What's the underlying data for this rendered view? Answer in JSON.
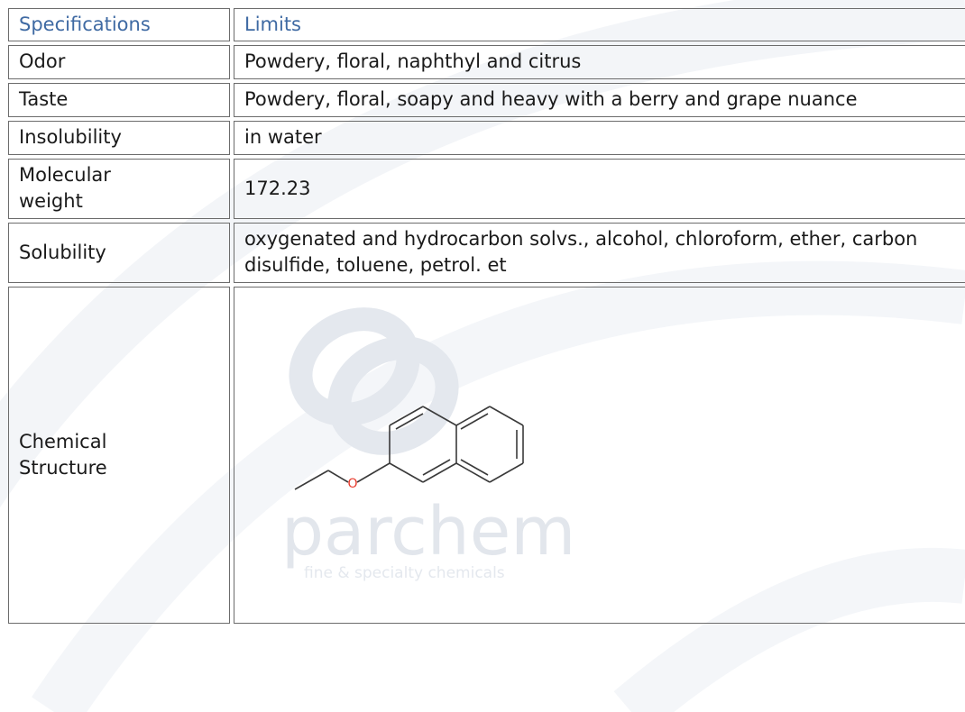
{
  "header": {
    "col1": "Specifications",
    "col2": "Limits"
  },
  "rows": [
    {
      "spec": "Odor",
      "limit": "Powdery, floral, naphthyl and citrus"
    },
    {
      "spec": "Taste",
      "limit": "Powdery, floral, soapy and heavy with a berry and grape nuance"
    },
    {
      "spec": "Insolubility",
      "limit": "in water"
    },
    {
      "spec": "Molecular weight",
      "limit": "172.23"
    },
    {
      "spec": "Solubility",
      "limit": "oxygenated and hydrocarbon solvs., alcohol, chloroform, ether, carbon disulfide, toluene, petrol. et"
    },
    {
      "spec": "Chemical Structure",
      "limit": ""
    }
  ],
  "structure": {
    "atom_label": "O",
    "atom_color": "#e8392b",
    "bond_color": "#3a3a3a"
  },
  "watermark": {
    "brand": "parchem",
    "tagline": "fine & specialty chemicals",
    "color": "#e2e6ec"
  },
  "colors": {
    "header_text": "#3f6aa3",
    "border": "#6c6c6c"
  }
}
